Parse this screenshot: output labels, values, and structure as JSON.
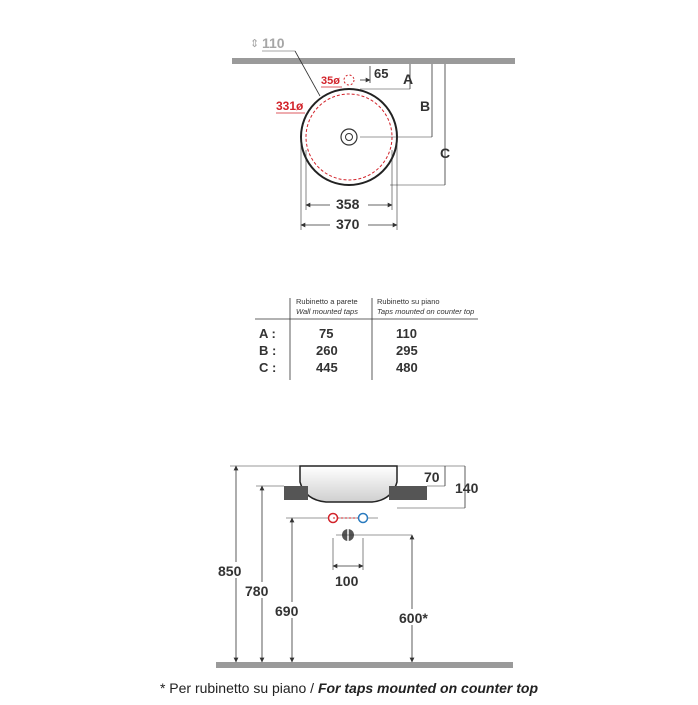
{
  "top_view": {
    "wall_offset": "110",
    "tap_hole_diameter": "35ø",
    "tap_offset": "65",
    "inner_diameter": "331ø",
    "width_inner": "358",
    "width_outer": "370",
    "label_a": "A",
    "label_b": "B",
    "label_c": "C"
  },
  "table": {
    "col1_title": "Rubinetto a parete",
    "col1_subtitle": "Wall mounted taps",
    "col2_title": "Rubinetto su piano",
    "col2_subtitle": "Taps mounted on counter top",
    "rows": [
      {
        "label": "A :",
        "wall": "75",
        "counter": "110"
      },
      {
        "label": "B :",
        "wall": "260",
        "counter": "295"
      },
      {
        "label": "C :",
        "wall": "445",
        "counter": "480"
      }
    ]
  },
  "side_view": {
    "bowl_height": "70",
    "total_height": "140",
    "floor_to_top": "850",
    "floor_to_counter": "780",
    "floor_to_drain": "690",
    "waste_offset": "100",
    "floor_to_trap": "600*"
  },
  "footnote": {
    "it": "* Per rubinetto su piano /",
    "en": "For taps mounted on counter top"
  },
  "colors": {
    "line": "#333333",
    "red": "#d2232a",
    "blue": "#2a7bbf",
    "wall": "#9a9a9a",
    "counter": "#555555"
  }
}
